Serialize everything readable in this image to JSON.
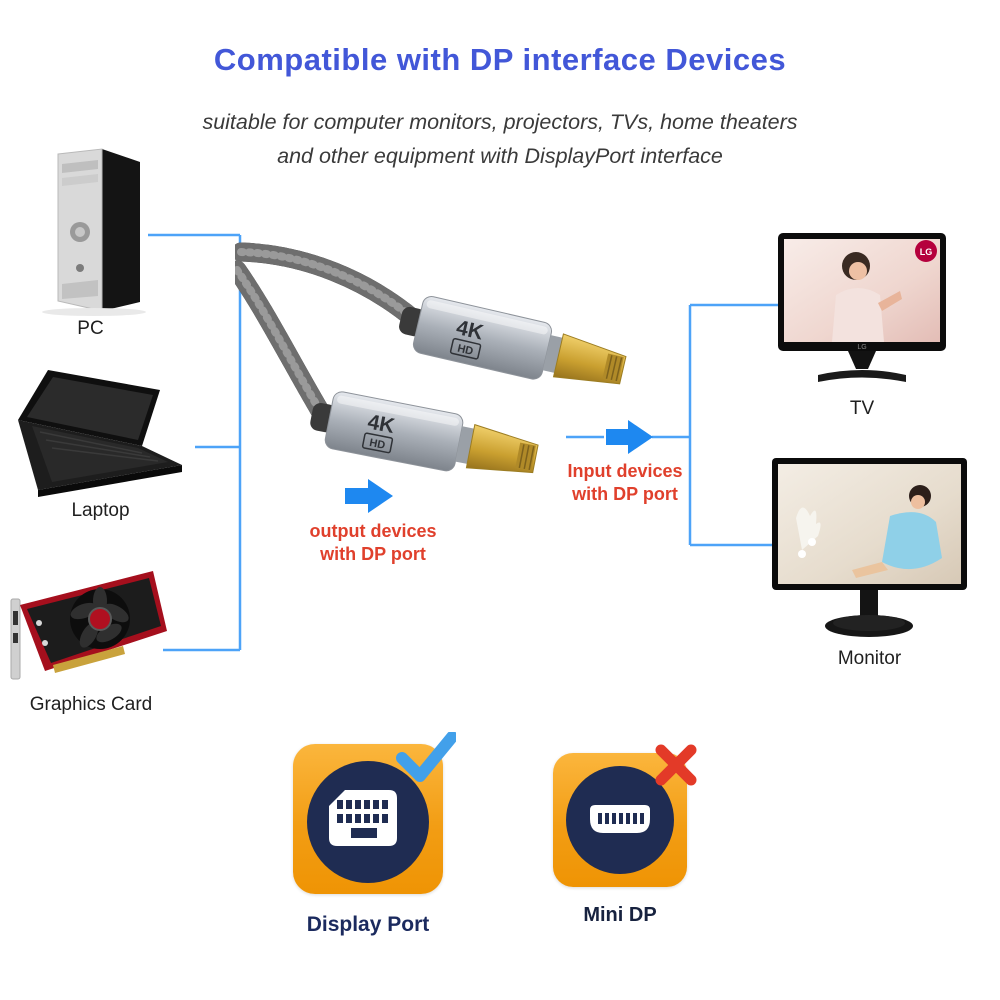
{
  "header": {
    "title": "Compatible with DP interface Devices",
    "subtitle_line1": "suitable for computer monitors, projectors, TVs, home theaters",
    "subtitle_line2": "and other equipment with DisplayPort interface"
  },
  "devices": {
    "pc_label": "PC",
    "laptop_label": "Laptop",
    "graphics_card_label": "Graphics Card",
    "tv_label": "TV",
    "monitor_label": "Monitor",
    "tv_brand": "LG"
  },
  "cable": {
    "marking_4k": "4K",
    "marking_hd": "HD"
  },
  "annotations": {
    "output_line1": "output devices",
    "output_line2": "with DP port",
    "input_line1": "Input devices",
    "input_line2": "with DP port"
  },
  "ports": {
    "display_port_label": "Display Port",
    "mini_dp_label": "Mini DP"
  },
  "colors": {
    "title_blue": "#4257d8",
    "line_blue": "#4da3f8",
    "arrow_blue": "#1e88f0",
    "annotation_red": "#e0402c",
    "card_orange": "#f29d14",
    "navy": "#1f2c52",
    "check_blue": "#42a0ea",
    "cross_red": "#e33a28",
    "gold": "#caa030"
  }
}
